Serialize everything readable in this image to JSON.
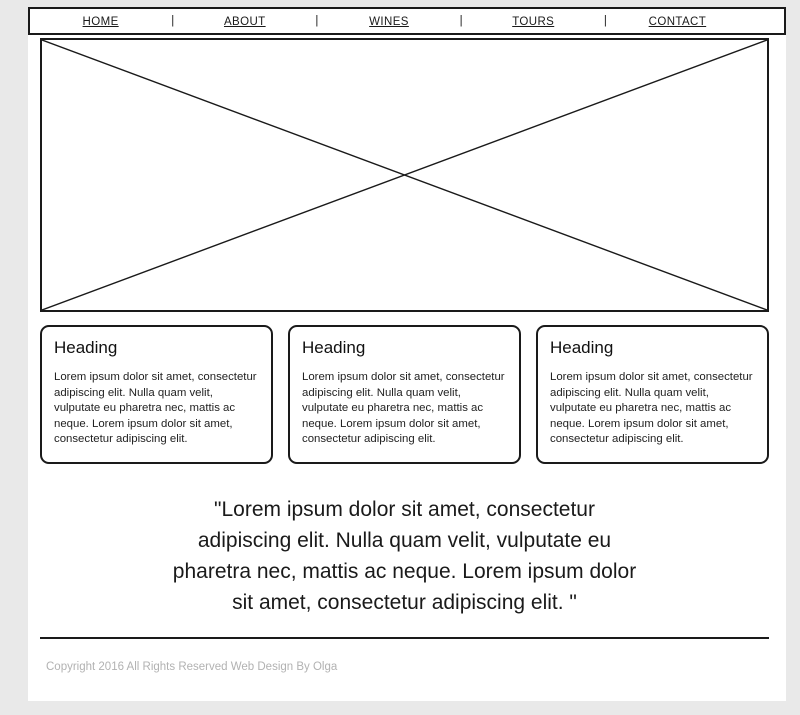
{
  "nav": {
    "separator": "|",
    "links": [
      "HOME",
      "ABOUT",
      "WINES",
      "TOURS",
      "CONTACT"
    ]
  },
  "hero": {
    "icon": "image-placeholder-x"
  },
  "cards": [
    {
      "heading": "Heading",
      "body": "Lorem ipsum dolor sit amet, consectetur adipiscing elit. Nulla quam velit, vulputate eu pharetra nec, mattis ac neque. Lorem ipsum dolor sit amet, consectetur adipiscing elit."
    },
    {
      "heading": "Heading",
      "body": "Lorem ipsum dolor sit amet, consectetur adipiscing elit. Nulla quam velit, vulputate eu pharetra nec, mattis ac neque. Lorem ipsum dolor sit amet, consectetur adipiscing elit."
    },
    {
      "heading": "Heading",
      "body": "Lorem ipsum dolor sit amet, consectetur adipiscing elit. Nulla quam velit, vulputate eu pharetra nec, mattis ac neque. Lorem ipsum dolor sit amet, consectetur adipiscing elit."
    }
  ],
  "quote": {
    "lines": [
      "\"Lorem ipsum dolor sit amet, consectetur",
      "adipiscing elit. Nulla quam velit, vulputate eu",
      "pharetra nec, mattis ac neque. Lorem ipsum dolor",
      "sit amet, consectetur adipiscing elit. \""
    ]
  },
  "footer": {
    "copyright": "Copyright 2016 All Rights Reserved Web Design By Olga"
  },
  "colors": {
    "canvas_bg": "#e9e9e9",
    "page_bg": "#ffffff",
    "border": "#1a1a1a",
    "muted_text": "#b2b2b2"
  }
}
